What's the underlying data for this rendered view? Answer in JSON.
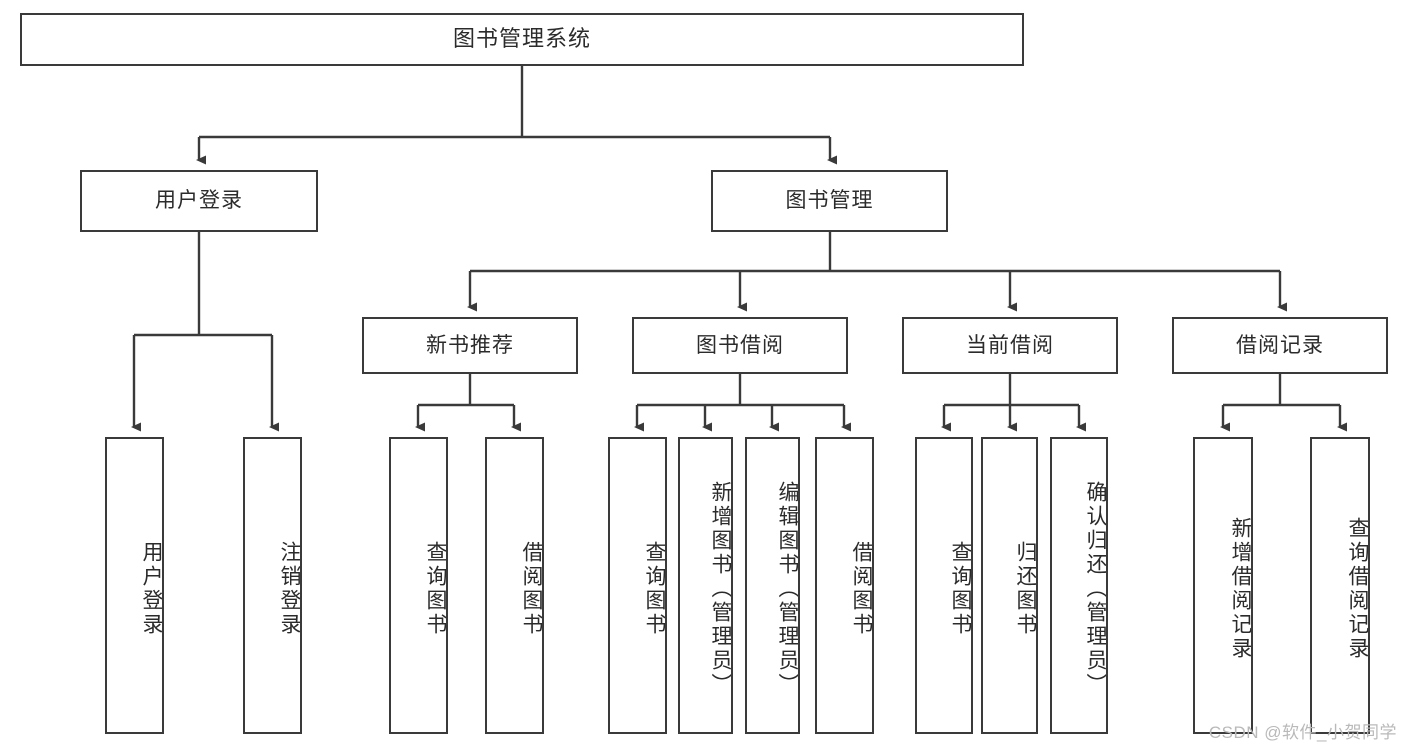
{
  "diagram": {
    "type": "tree-hierarchy",
    "title": "图书管理系统",
    "root": {
      "label": "图书管理系统"
    },
    "level2": [
      {
        "id": "user-login",
        "label": "用户登录"
      },
      {
        "id": "book-management",
        "label": "图书管理"
      }
    ],
    "level3": [
      {
        "id": "new-book-recommend",
        "label": "新书推荐",
        "parent": "book-management"
      },
      {
        "id": "book-borrow",
        "label": "图书借阅",
        "parent": "book-management"
      },
      {
        "id": "current-borrow",
        "label": "当前借阅",
        "parent": "book-management"
      },
      {
        "id": "borrow-record",
        "label": "借阅记录",
        "parent": "book-management"
      }
    ],
    "leaves": [
      {
        "id": "leaf-user-login",
        "label": "用户登录",
        "parent": "user-login"
      },
      {
        "id": "leaf-logout",
        "label": "注销登录",
        "parent": "user-login"
      },
      {
        "id": "leaf-query-book-1",
        "label": "查询图书",
        "parent": "new-book-recommend"
      },
      {
        "id": "leaf-borrow-book-1",
        "label": "借阅图书",
        "parent": "new-book-recommend"
      },
      {
        "id": "leaf-query-book-2",
        "label": "查询图书",
        "parent": "book-borrow"
      },
      {
        "id": "leaf-add-book",
        "label": "新增图书（管理员）",
        "parent": "book-borrow"
      },
      {
        "id": "leaf-edit-book",
        "label": "编辑图书（管理员）",
        "parent": "book-borrow"
      },
      {
        "id": "leaf-borrow-book-2",
        "label": "借阅图书",
        "parent": "book-borrow"
      },
      {
        "id": "leaf-query-book-3",
        "label": "查询图书",
        "parent": "current-borrow"
      },
      {
        "id": "leaf-return-book",
        "label": "归还图书",
        "parent": "current-borrow"
      },
      {
        "id": "leaf-confirm-return",
        "label": "确认归还（管理员）",
        "parent": "current-borrow"
      },
      {
        "id": "leaf-add-record",
        "label": "新增借阅记录",
        "parent": "borrow-record"
      },
      {
        "id": "leaf-query-record",
        "label": "查询借阅记录",
        "parent": "borrow-record"
      }
    ],
    "colors": {
      "stroke": "#3a3a3a",
      "box_fill": "#ffffff",
      "text": "#2b2b2b",
      "background": "#ffffff",
      "watermark": "#b9b9b9"
    }
  },
  "watermark": {
    "text": "CSDN @软件_小贺同学"
  }
}
